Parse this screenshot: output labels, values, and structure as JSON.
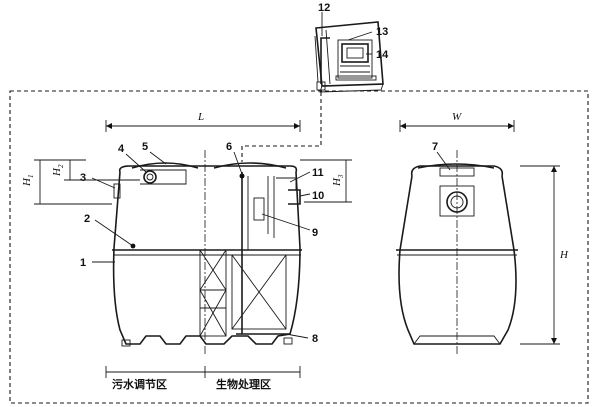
{
  "callouts": {
    "c1": "1",
    "c2": "2",
    "c3": "3",
    "c4": "4",
    "c5": "5",
    "c6": "6",
    "c7": "7",
    "c8": "8",
    "c9": "9",
    "c10": "10",
    "c11": "11",
    "c12": "12",
    "c13": "13",
    "c14": "14"
  },
  "dimensions": {
    "L": "L",
    "W": "W",
    "H": "H",
    "H1": {
      "base": "H",
      "sub": "1"
    },
    "H2": {
      "base": "H",
      "sub": "2"
    },
    "H3": {
      "base": "H",
      "sub": "3"
    }
  },
  "zones": {
    "left": "污水调节区",
    "right": "生物处理区"
  }
}
